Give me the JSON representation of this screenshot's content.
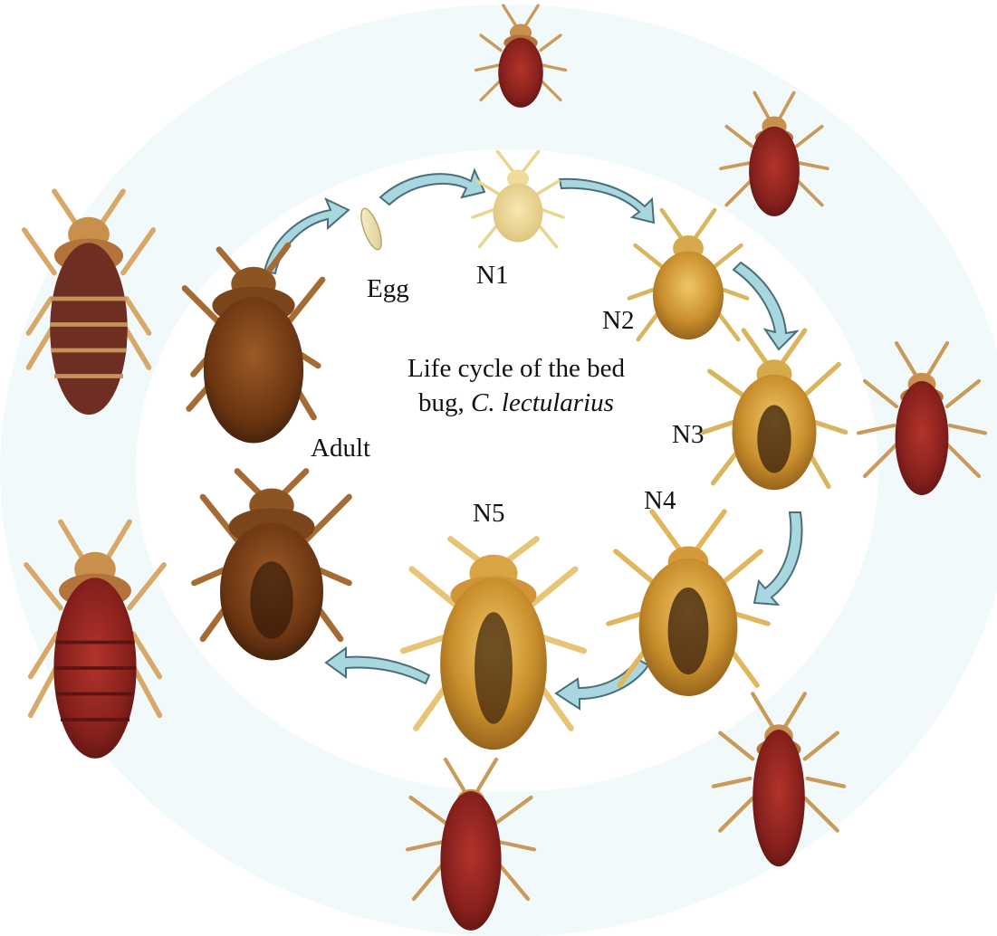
{
  "diagram": {
    "title": {
      "line1": "Life cycle of the bed",
      "line2_prefix": "bug, ",
      "line2_species": "C. lectularius"
    },
    "stages": {
      "egg": "Egg",
      "n1": "N1",
      "n2": "N2",
      "n3": "N3",
      "n4": "N4",
      "n5": "N5",
      "adult": "Adult"
    },
    "colors": {
      "background_ring": "#f2f9fb",
      "arrow_fill": "#a9d7e0",
      "arrow_stroke": "#4a6f78",
      "unfed_nymph": "#e5c372",
      "fed_nymph": "#8b1e1c",
      "adult": "#6b3a12"
    },
    "icons": [
      "bed-bug-icon",
      "egg-icon",
      "cycle-arrow-icon"
    ]
  }
}
